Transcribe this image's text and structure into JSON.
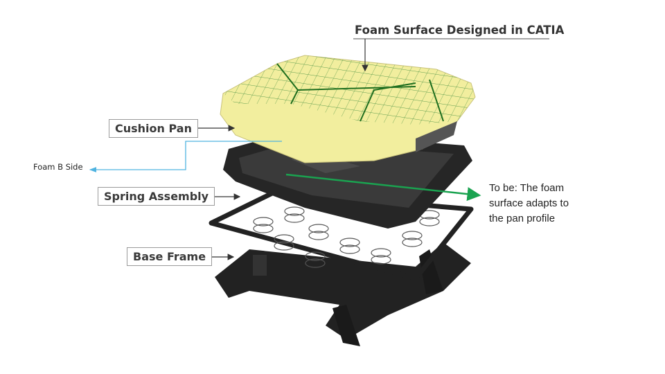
{
  "title": "Foam Surface Designed in CATIA",
  "labels": {
    "cushion_pan": "Cushion Pan",
    "spring_assembly": "Spring Assembly",
    "base_frame": "Base Frame",
    "foam_b_side": "Foam B Side"
  },
  "note": {
    "lines": [
      "To be: The foam",
      "surface adapts to",
      "the pan profile"
    ]
  },
  "colors": {
    "foam": "#f2ee9e",
    "foam_grid": "#2e7d32",
    "pan": "#2a2a2a",
    "callout_blue": "#4fb3e0",
    "callout_green": "#1aa350",
    "label_border": "#9a9a9a"
  }
}
